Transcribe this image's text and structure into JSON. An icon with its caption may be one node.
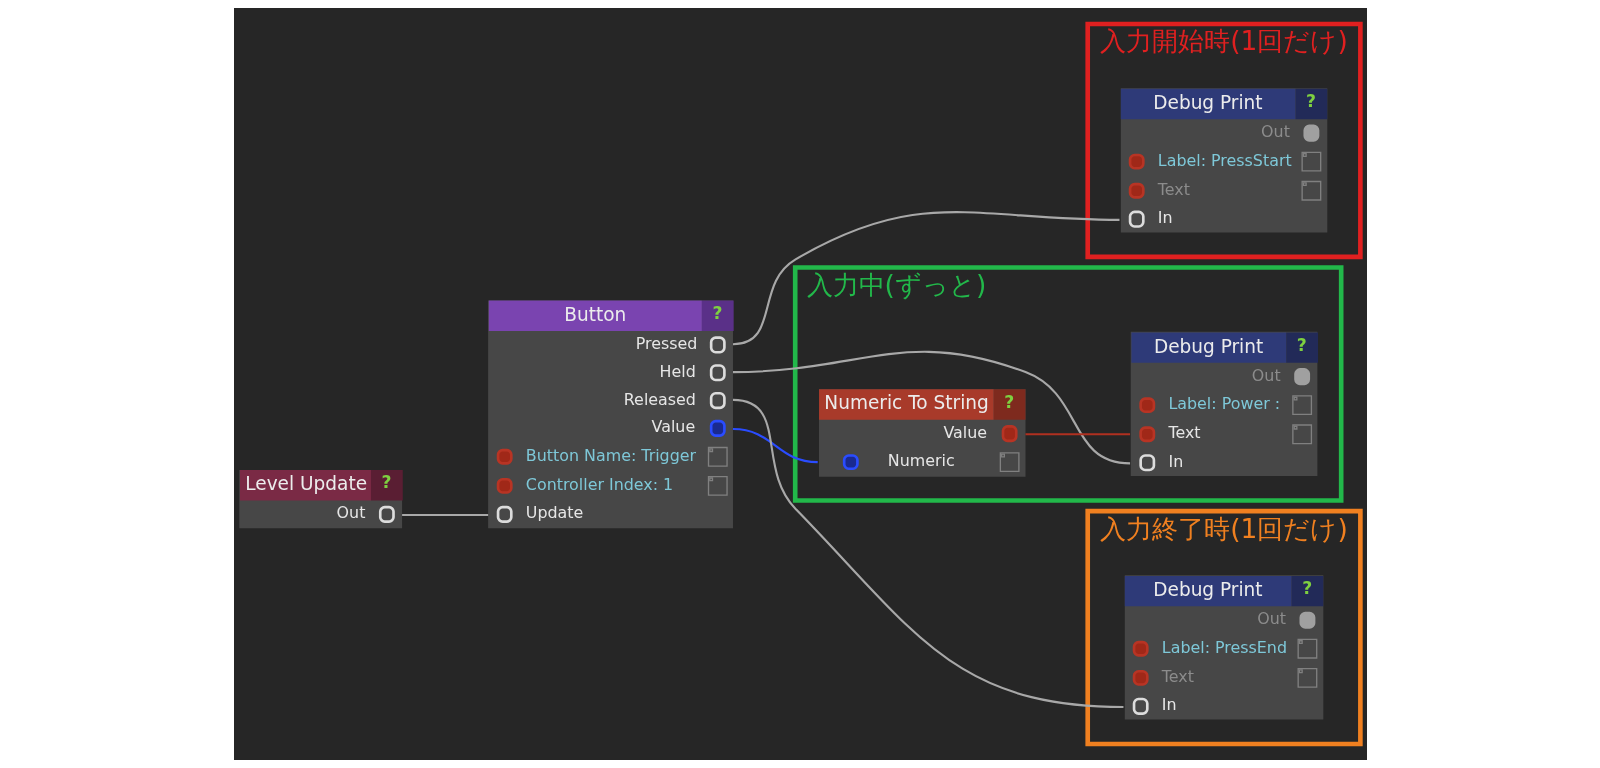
{
  "diagram": {
    "nodes": [
      {
        "text": [
          "Level Update",
          "?",
          "Out"
        ]
      },
      {
        "text": [
          "Button",
          "?",
          "Pressed",
          "Held",
          "Released",
          "Value",
          "Button Name: Trigger",
          "Controller Index: 1",
          "Update"
        ]
      },
      {
        "text": [
          "入力開始時(1回だけ)"
        ]
      },
      {
        "text": [
          "Debug Print",
          "?",
          "Out",
          "Label: PressStart",
          "Text",
          "In"
        ],
        "in": 2
      },
      {
        "text": [
          "入力中(ずっと)"
        ]
      },
      {
        "text": [
          "Numeric To String",
          "?",
          "Value",
          "Numeric"
        ],
        "in": 4
      },
      {
        "text": [
          "Debug Print",
          "?",
          "Out",
          "Label: Power :",
          "Text",
          "In"
        ],
        "in": 4
      },
      {
        "text": [
          "入力終了時(1回だけ)"
        ]
      },
      {
        "text": [
          "Debug Print",
          "?",
          "Out",
          "Label: PressEnd",
          "Text",
          "In"
        ],
        "in": 7
      }
    ],
    "edges": [
      {
        "from": 0,
        "to": 1,
        "arrow": "none"
      },
      {
        "from": 1,
        "to": 3,
        "arrow": "none"
      },
      {
        "from": 1,
        "to": 6,
        "arrow": "none"
      },
      {
        "from": 1,
        "to": 8,
        "arrow": "none"
      },
      {
        "from": 1,
        "to": 5,
        "arrow": "none",
        "color": "#2a4cff"
      },
      {
        "from": 5,
        "to": 6,
        "arrow": "none",
        "color": "#b03020"
      }
    ]
  }
}
